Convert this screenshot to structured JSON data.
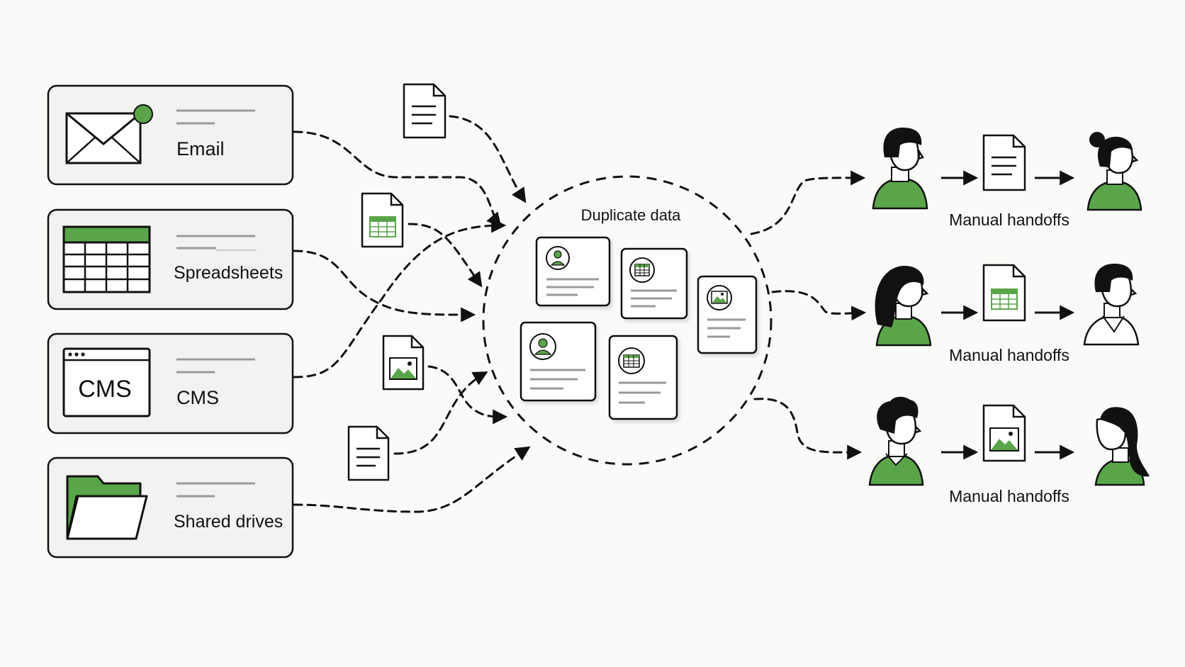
{
  "colors": {
    "accent": "#5aa54a",
    "stroke": "#111111",
    "card_fill": "#f2f2f0",
    "background": "#fafaf8"
  },
  "sources": [
    {
      "label": "Email",
      "icon": "envelope-icon"
    },
    {
      "label": "Spreadsheets",
      "icon": "spreadsheet-icon"
    },
    {
      "label": "CMS",
      "icon": "cms-window-icon",
      "icon_text": "CMS"
    },
    {
      "label": "Shared drives",
      "icon": "folder-icon"
    }
  ],
  "floating_files": [
    "document-icon",
    "spreadsheet-file-icon",
    "image-file-icon",
    "document-icon"
  ],
  "hub": {
    "label": "Duplicate data",
    "cards": [
      "user-icon",
      "table-icon",
      "image-icon",
      "user-icon",
      "table-icon"
    ]
  },
  "handoffs": [
    {
      "label": "Manual handoffs",
      "file": "document-icon"
    },
    {
      "label": "Manual handoffs",
      "file": "spreadsheet-file-icon"
    },
    {
      "label": "Manual handoffs",
      "file": "image-file-icon"
    }
  ]
}
